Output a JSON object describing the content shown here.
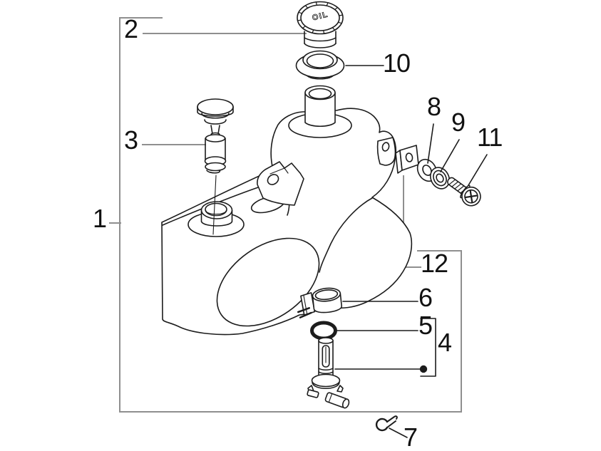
{
  "figure": {
    "type": "exploded-parts-diagram",
    "subject": "oil-tank-assembly",
    "cap_marking": "OIL"
  },
  "callouts": [
    {
      "number": "1"
    },
    {
      "number": "2"
    },
    {
      "number": "3"
    },
    {
      "number": "4"
    },
    {
      "number": "5"
    },
    {
      "number": "6"
    },
    {
      "number": "7"
    },
    {
      "number": "8"
    },
    {
      "number": "9"
    },
    {
      "number": "10"
    },
    {
      "number": "11"
    },
    {
      "number": "12"
    }
  ],
  "colors": {
    "background": "#ffffff",
    "line": "#1c1c1c",
    "frame": "#8f8f8f",
    "label_text": "#111111"
  }
}
